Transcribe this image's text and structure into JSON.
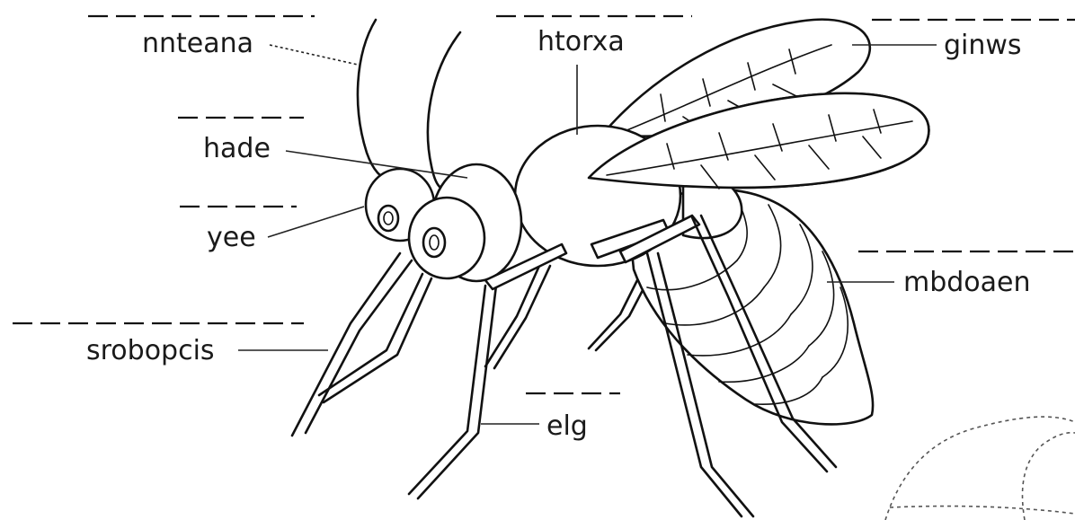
{
  "diagram": {
    "labels": {
      "antenna": "nnteana",
      "head": "hade",
      "eye": "yee",
      "proboscis": "srobopcis",
      "thorax": "htorxa",
      "wings": "ginws",
      "abdomen": "mbdoaen",
      "leg": "elg"
    }
  },
  "colors": {
    "ink": "#111111",
    "background": "#ffffff"
  }
}
